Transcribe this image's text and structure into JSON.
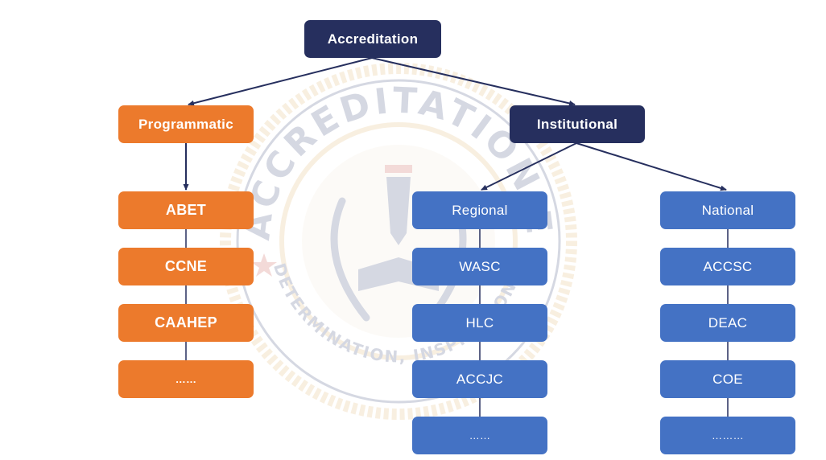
{
  "watermark": {
    "ring_text": "ACCREDITATION EXPERT",
    "motto_text": "DETERMINATION, INSPIRATION, PERSISTENCE"
  },
  "colors": {
    "navy": "#262f5e",
    "orange": "#ec7a2c",
    "blue": "#4472c4"
  },
  "root": {
    "label": "Accreditation"
  },
  "programmatic": {
    "label": "Programmatic",
    "items": [
      "ABET",
      "CCNE",
      "CAAHEP",
      "……"
    ]
  },
  "institutional": {
    "label": "Institutional",
    "regional": {
      "label": "Regional",
      "items": [
        "WASC",
        "HLC",
        "ACCJC",
        "……"
      ]
    },
    "national": {
      "label": "National",
      "items": [
        "ACCSC",
        "DEAC",
        "COE",
        "………"
      ]
    }
  }
}
